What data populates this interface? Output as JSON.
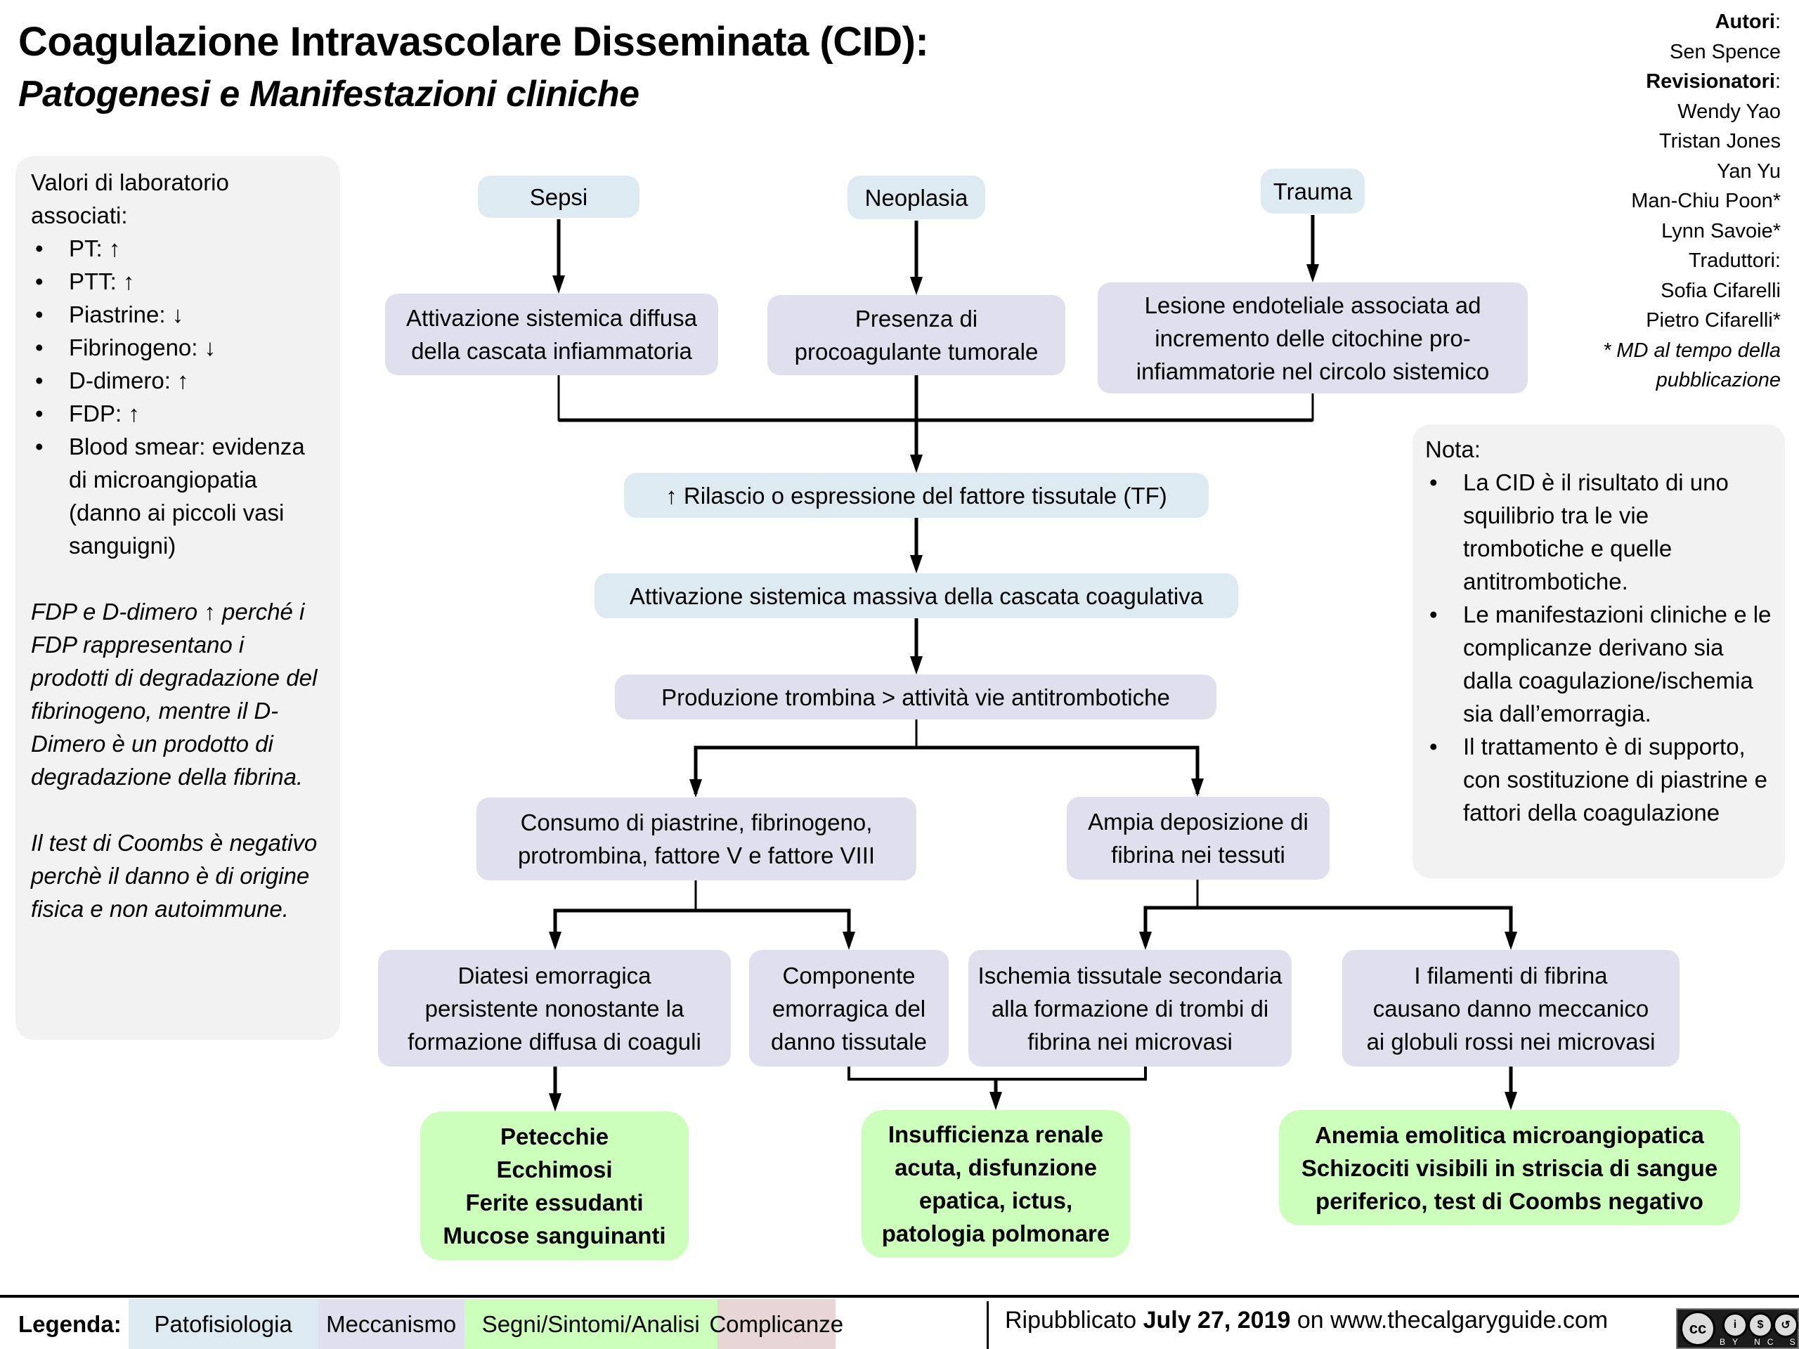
{
  "header": {
    "title": "Coagulazione Intravascolare Disseminata (CID):",
    "subtitle": "Patogenesi e Manifestazioni cliniche"
  },
  "credits": {
    "authors_label": "Autori",
    "authors": [
      "Sen Spence"
    ],
    "reviewers_label": "Revisionatori",
    "reviewers": [
      "Wendy Yao",
      "Tristan Jones",
      "Yan Yu",
      "Man-Chiu Poon*",
      "Lynn Savoie*"
    ],
    "translators_label": "Traduttori:",
    "translators": [
      "Sofia Cifarelli",
      "Pietro Cifarelli*"
    ],
    "footnote_line1": "* MD al tempo della",
    "footnote_line2": "pubblicazione"
  },
  "lab_panel": {
    "heading": "Valori di laboratorio associati:",
    "bullet": "•",
    "items": [
      "PT: ↑",
      "PTT: ↑",
      "Piastrine: ↓",
      "Fibrinogeno: ↓",
      "D-dimero: ↑",
      "FDP: ↑",
      "Blood smear: evidenza di microangiopatia (danno ai piccoli vasi sanguigni)"
    ],
    "note1": "FDP e D-dimero ↑ perché i FDP rappresentano i prodotti di degradazione del fibrinogeno, mentre il D-Dimero è un prodotto di degradazione della fibrina.",
    "note2": "Il test di Coombs è negativo perchè il danno è di origine fisica e non autoimmune."
  },
  "nota_panel": {
    "heading": "Nota:",
    "bullet": "•",
    "items": [
      "La CID è il risultato di uno squilibrio tra le vie trombotiche e quelle antitrombotiche.",
      "Le manifestazioni cliniche e le complicanze derivano sia dalla coagulazione/ischemia sia dall’emorragia.",
      "Il trattamento è di supporto, con sostituzione di piastrine e fattori della coagulazione"
    ]
  },
  "nodes": {
    "sepsi": "Sepsi",
    "neoplasia": "Neoplasia",
    "trauma": "Trauma",
    "attivazione_inf": "Attivazione sistemica diffusa\ndella cascata infiammatoria",
    "procoagulante": "Presenza di\nprocoagulante tumorale",
    "lesione": "Lesione endoteliale associata ad\nincremento delle citochine pro-\ninfiammatorie nel circolo sistemico",
    "tf": "↑ Rilascio o espressione del fattore tissutale (TF)",
    "cascata": "Attivazione sistemica massiva della cascata coagulativa",
    "trombina": "Produzione trombina > attività vie antitrombotiche",
    "consumo": "Consumo di piastrine, fibrinogeno,\nprotrombina, fattore V e fattore VIII",
    "deposizione": "Ampia deposizione di\nfibrina nei tessuti",
    "diatesi": "Diatesi emorragica\npersistente nonostante la\nformazione diffusa di coaguli",
    "componente": "Componente\nemorragica del\ndanno tissutale",
    "ischemia": "Ischemia tissutale secondaria\nalla formazione di trombi di\nfibrina nei microvasi",
    "filamenti": "I filamenti di fibrina\ncausano danno meccanico\nai globuli rossi nei microvasi",
    "petecchie": "Petecchie\nEcchimosi\nFerite essudanti\nMucose sanguinanti",
    "insufficienza": "Insufficienza renale\nacuta, disfunzione\nepatica, ictus,\npatologia polmonare",
    "anemia": "Anemia emolitica microangiopatica\nSchizociti visibili in striscia di sangue\nperiferico, test di Coombs negativo"
  },
  "legend": {
    "label": "Legenda:",
    "items": [
      {
        "label": "Patofisiologia",
        "color": "#deeaf1"
      },
      {
        "label": "Meccanismo",
        "color": "#e0dfee"
      },
      {
        "label": "Segni/Sintomi/Analisi",
        "color": "#ccffbb"
      },
      {
        "label": "Complicanze",
        "color": "#e8d6d6"
      }
    ]
  },
  "footer": {
    "published_prefix": "Ripubblicato",
    "published_date": "July 27, 2019",
    "published_suffix": "on www.thecalgaryguide.com",
    "license_cc": "cc",
    "license_tags": "BY NC SA"
  }
}
